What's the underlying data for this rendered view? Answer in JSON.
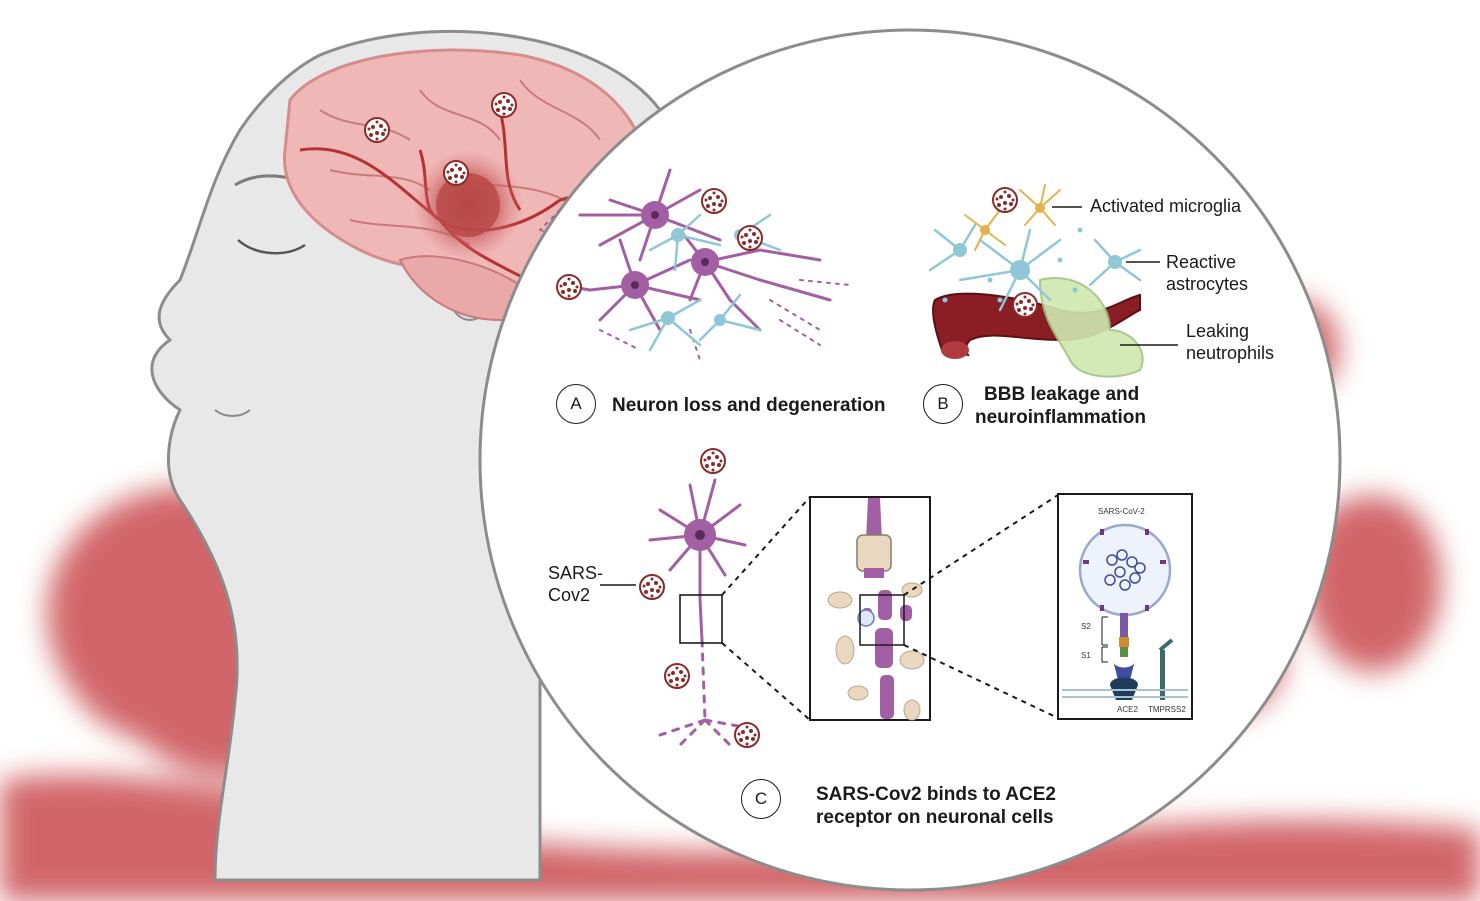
{
  "panels": {
    "a": {
      "badge": "A",
      "title": "Neuron loss and degeneration"
    },
    "b": {
      "badge": "B",
      "title_line1": "BBB leakage and",
      "title_line2": "neuroinflammation"
    },
    "c": {
      "badge": "C",
      "title_line1": "SARS-Cov2 binds to ACE2",
      "title_line2": "receptor on neuronal cells"
    }
  },
  "callouts": {
    "microglia": "Activated microglia",
    "astro_line1": "Reactive",
    "astro_line2": "astrocytes",
    "neutro_line1": "Leaking",
    "neutro_line2": "neutrophils",
    "virus_line1": "SARS-",
    "virus_line2": "Cov2"
  },
  "receptor_inset": {
    "virus_label": "SARS-CoV-2",
    "s2": "S2",
    "s1": "S1",
    "ace2": "ACE2",
    "tmprss2": "TMPRSS2"
  },
  "colors": {
    "background_virus": "#c94b50",
    "neuron": "#a35fa3",
    "astrocyte": "#8fc7d6",
    "microglia": "#e3b24f",
    "vessel": "#8b1e24",
    "neutrophil": "#cfe8b0"
  }
}
